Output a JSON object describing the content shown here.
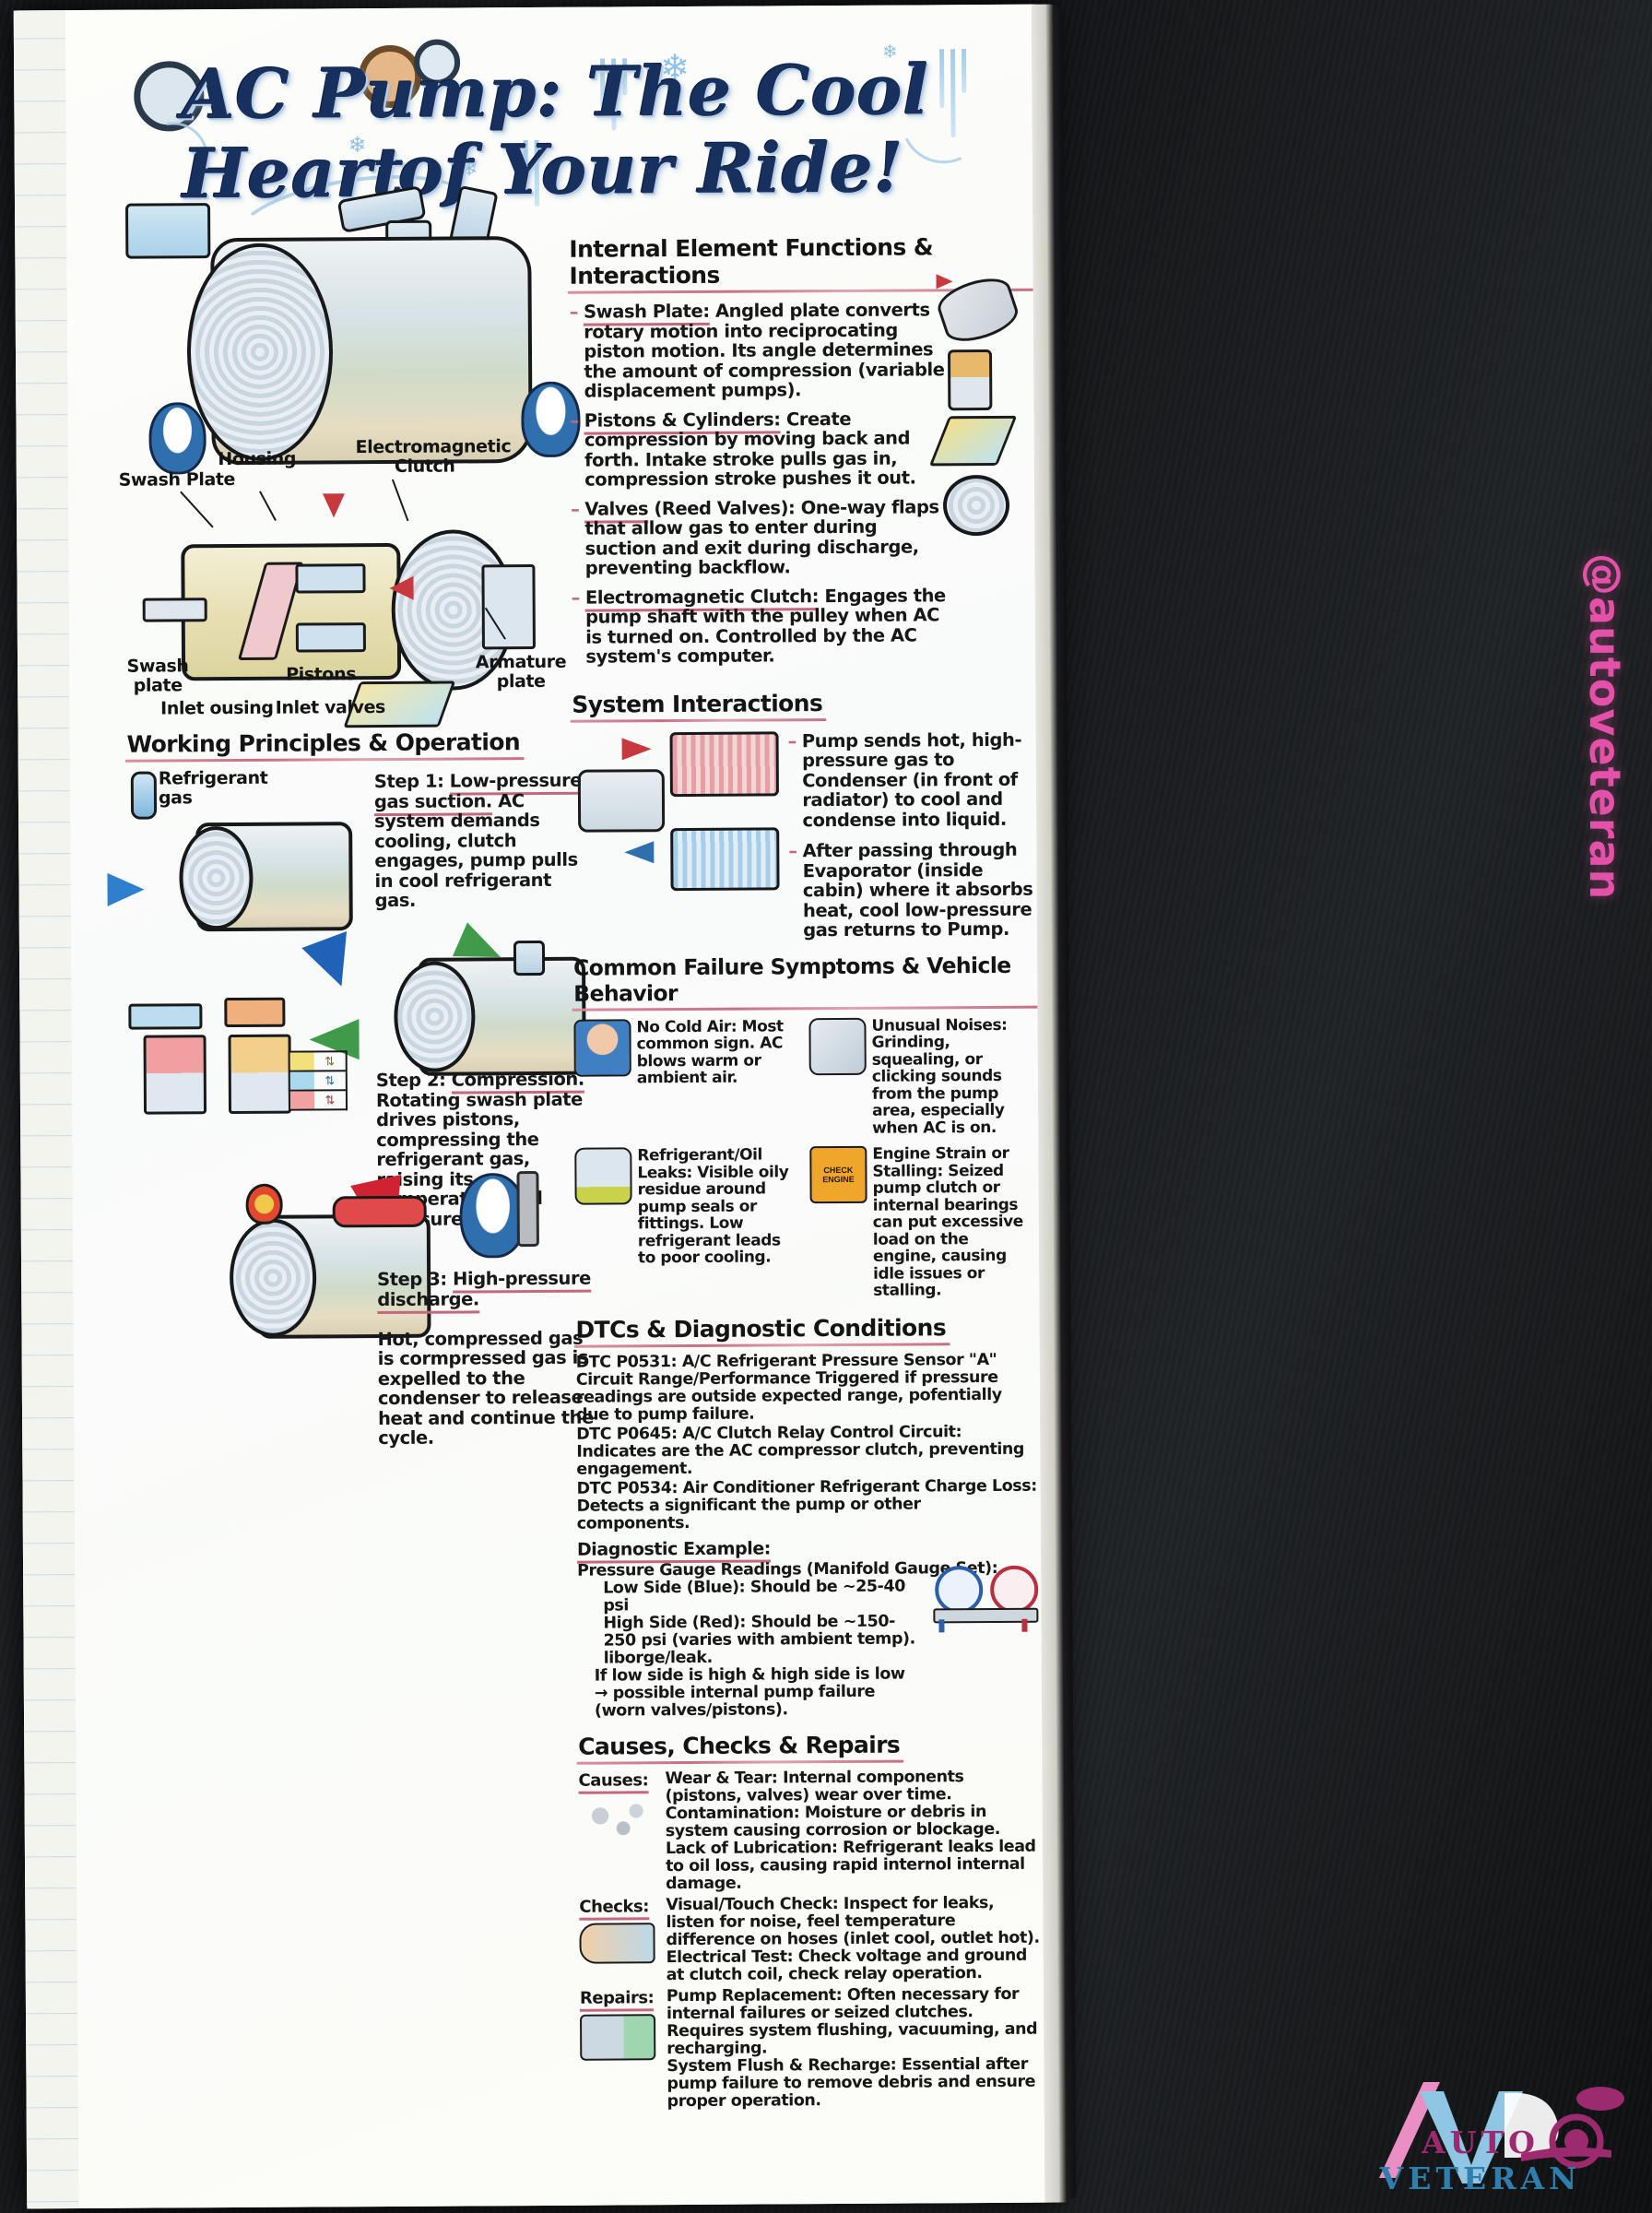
{
  "title": {
    "line1": "AC Pump: The Cool Heart",
    "line2": "of Your Ride!"
  },
  "watermark": {
    "handle": "@autoveteran",
    "logo_auto": "AUTO",
    "logo_veteran": "VETERAN",
    "monogram": "AV"
  },
  "colors": {
    "accent_rule": "#c4687f",
    "title_ink": "#17305e",
    "handle_pink": "#e451a8",
    "logo_plum": "#9c2a6e",
    "logo_blue": "#2f7fae"
  },
  "cutaway_labels": {
    "housing": "Housing",
    "swash_plate_top": "Swash Plate",
    "electromagnetic_clutch": "Electromagnetic\nClutch",
    "swash_plate_bottom": "Swash\nplate",
    "inlet_housing": "Inlet ousing",
    "pistons": "Pistons",
    "inlet_valves": "Inlet valves",
    "armature_plate": "Armature\nplate"
  },
  "sections": {
    "internal": {
      "heading": "Internal Element Functions & Interactions",
      "bullets": [
        {
          "term": "Swash Plate:",
          "text": "Angled plate converts rotary motion into reciprocating piston motion. Its angle determines the amount of compression (variable displacement pumps).",
          "icon": "swash-plate-icon"
        },
        {
          "term": "Pistons & Cylinders:",
          "text": "Create compression by moving back and forth. Intake stroke pulls gas in, compression stroke pushes it out.",
          "icon": "piston-icon"
        },
        {
          "term": "Valves",
          "term_tail": "(Reed Valves):",
          "text": "One-way flaps that allow gas to enter during suction and exit during discharge, preventing backflow.",
          "icon": "reed-valve-icon"
        },
        {
          "term": "Electromagnetic Clutch:",
          "text": "Engages the pump shaft with the pulley when AC is turned on. Controlled by the AC system's computer.",
          "icon": "clutch-icon"
        }
      ]
    },
    "system": {
      "heading": "System Interactions",
      "bullets": [
        {
          "text": "Pump sends hot, high-pressure gas to Condenser (in front of radiator) to cool and condense into liquid."
        },
        {
          "text": "After passing through Evaporator (inside cabin) where it absorbs heat, cool low-pressure gas returns to Pump."
        }
      ]
    },
    "failures": {
      "heading": "Common Failure Symptoms & Vehicle Behavior",
      "items": [
        {
          "term": "No Cold Air:",
          "text": "Most common sign. AC blows warm or ambient air.",
          "icon": "worried-driver-icon"
        },
        {
          "term": "Unusual Noises:",
          "text": "Grinding, squealing, or clicking sounds from the pump area, especially when AC is on.",
          "icon": "noisy-compressor-icon"
        },
        {
          "term": "Refrigerant/Oil Leaks:",
          "text": "Visible oily residue around pump seals or fittings. Low refrigerant leads to poor cooling.",
          "icon": "leaking-compressor-icon"
        },
        {
          "term": "Engine Strain or Stalling:",
          "text": "Seized pump clutch or internal bearings can put excessive load on the engine, causing idle issues or stalling.",
          "icon": "check-engine-icon"
        }
      ],
      "check_engine_label": "CHECK\nENGINE"
    },
    "dtcs": {
      "heading": "DTCs & Diagnostic Conditions",
      "codes": [
        {
          "code": "DTC P0531:",
          "text": "A/C Refrigerant Pressure Sensor \"A\" Circuit Range/Performance Triggered if pressure readings are outside expected range, pofentially due to pump failure."
        },
        {
          "code": "DTC P0645:",
          "text": "A/C Clutch Relay Control Circuit: Indicates are the AC compressor clutch, preventing engagement."
        },
        {
          "code": "DTC P0534:",
          "text": "Air Conditioner Refrigerant Charge Loss: Detects a significant the pump or other components."
        }
      ],
      "example_heading": "Diagnostic Example:",
      "example_intro": "Pressure Gauge Readings (Manifold Gauge Set):",
      "example_lines": [
        "Low Side (Blue): Should be ~25-40 psi",
        "High Side (Red): Should be ~150-250 psi (varies with ambient temp). liborge/leak.",
        "If low side is high & high side is low → possible internal pump failure (worn valves/pistons)."
      ]
    },
    "repairs": {
      "heading": "Causes, Checks & Repairs",
      "groups": [
        {
          "label": "Causes:",
          "icon": "worn-debris-icon",
          "lines": [
            "Wear & Tear: Internal components (pistons, valves) wear over time.",
            "Contamination: Moisture or debris in system causing corrosion or blockage.",
            "Lack of Lubrication: Refrigerant leaks lead to oil loss, causing rapid internol internal damage."
          ]
        },
        {
          "label": "Checks:",
          "icon": "hand-hose-icon",
          "lines": [
            "Visual/Touch Check: Inspect for leaks, listen for noise, feel temperature difference on hoses (inlet cool, outlet hot).",
            "Electrical Test: Check voltage and ground at clutch coil, check relay operation."
          ]
        },
        {
          "label": "Repairs:",
          "icon": "pump-canister-icon",
          "lines": [
            "Pump Replacement: Often necessary for internal failures or seized clutches. Requires system flushing, vacuuming, and recharging.",
            "System Flush & Recharge: Essential after pump failure to remove debris and ensure proper operation."
          ]
        }
      ]
    },
    "working": {
      "heading": "Working Principles & Operation",
      "refrigerant_label": "Refrigerant\ngas",
      "steps": [
        {
          "num": "Step 1:",
          "term": "Low-pressure gas suction.",
          "text": "AC system demands cooling, clutch engages, pump pulls in cool refrigerant gas."
        },
        {
          "num": "Step 2:",
          "term": "Compression.",
          "text": "Rotating swash plate drives pistons, compressing the refrigerant gas, raising its temperature and pressure."
        },
        {
          "num": "Step 3:",
          "term": "High-pressure discharge.",
          "text": "Hot, compressed gas is cormpressed gas is expelled to the condenser to release heat and continue the cycle."
        }
      ],
      "legend": [
        {
          "swatch": "#f2e07a",
          "arrow": "⇅",
          "color": "#7a6a1f"
        },
        {
          "swatch": "#a9d8ef",
          "arrow": "⇅",
          "color": "#1f6f9a"
        },
        {
          "swatch": "#f2a0a0",
          "arrow": "⇅",
          "color": "#b03030"
        }
      ]
    }
  }
}
